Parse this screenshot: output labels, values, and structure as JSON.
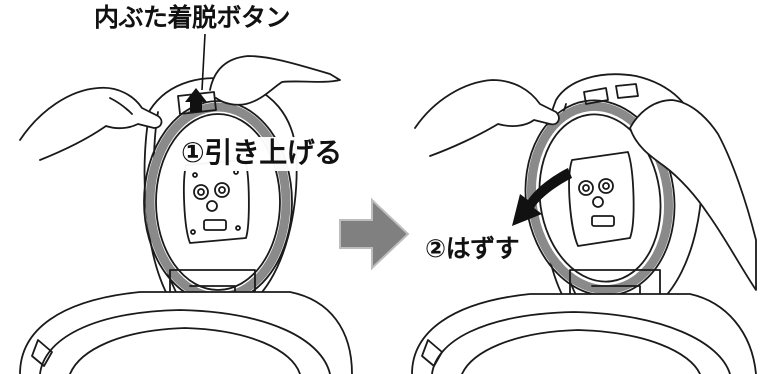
{
  "labels": {
    "callout": "内ぶた着脱ボタン",
    "step1": "①引き上げる",
    "step2": "②はずす"
  },
  "colors": {
    "line": "#1a1a1a",
    "gasket": "#8a8a8a",
    "flow_arrow": "#808080",
    "action_arrow": "#111111"
  },
  "icons": {
    "flow_arrow": "right-arrow-icon",
    "lift_arrow": "up-arrow-icon",
    "remove_arrow": "curved-arrow-icon"
  }
}
